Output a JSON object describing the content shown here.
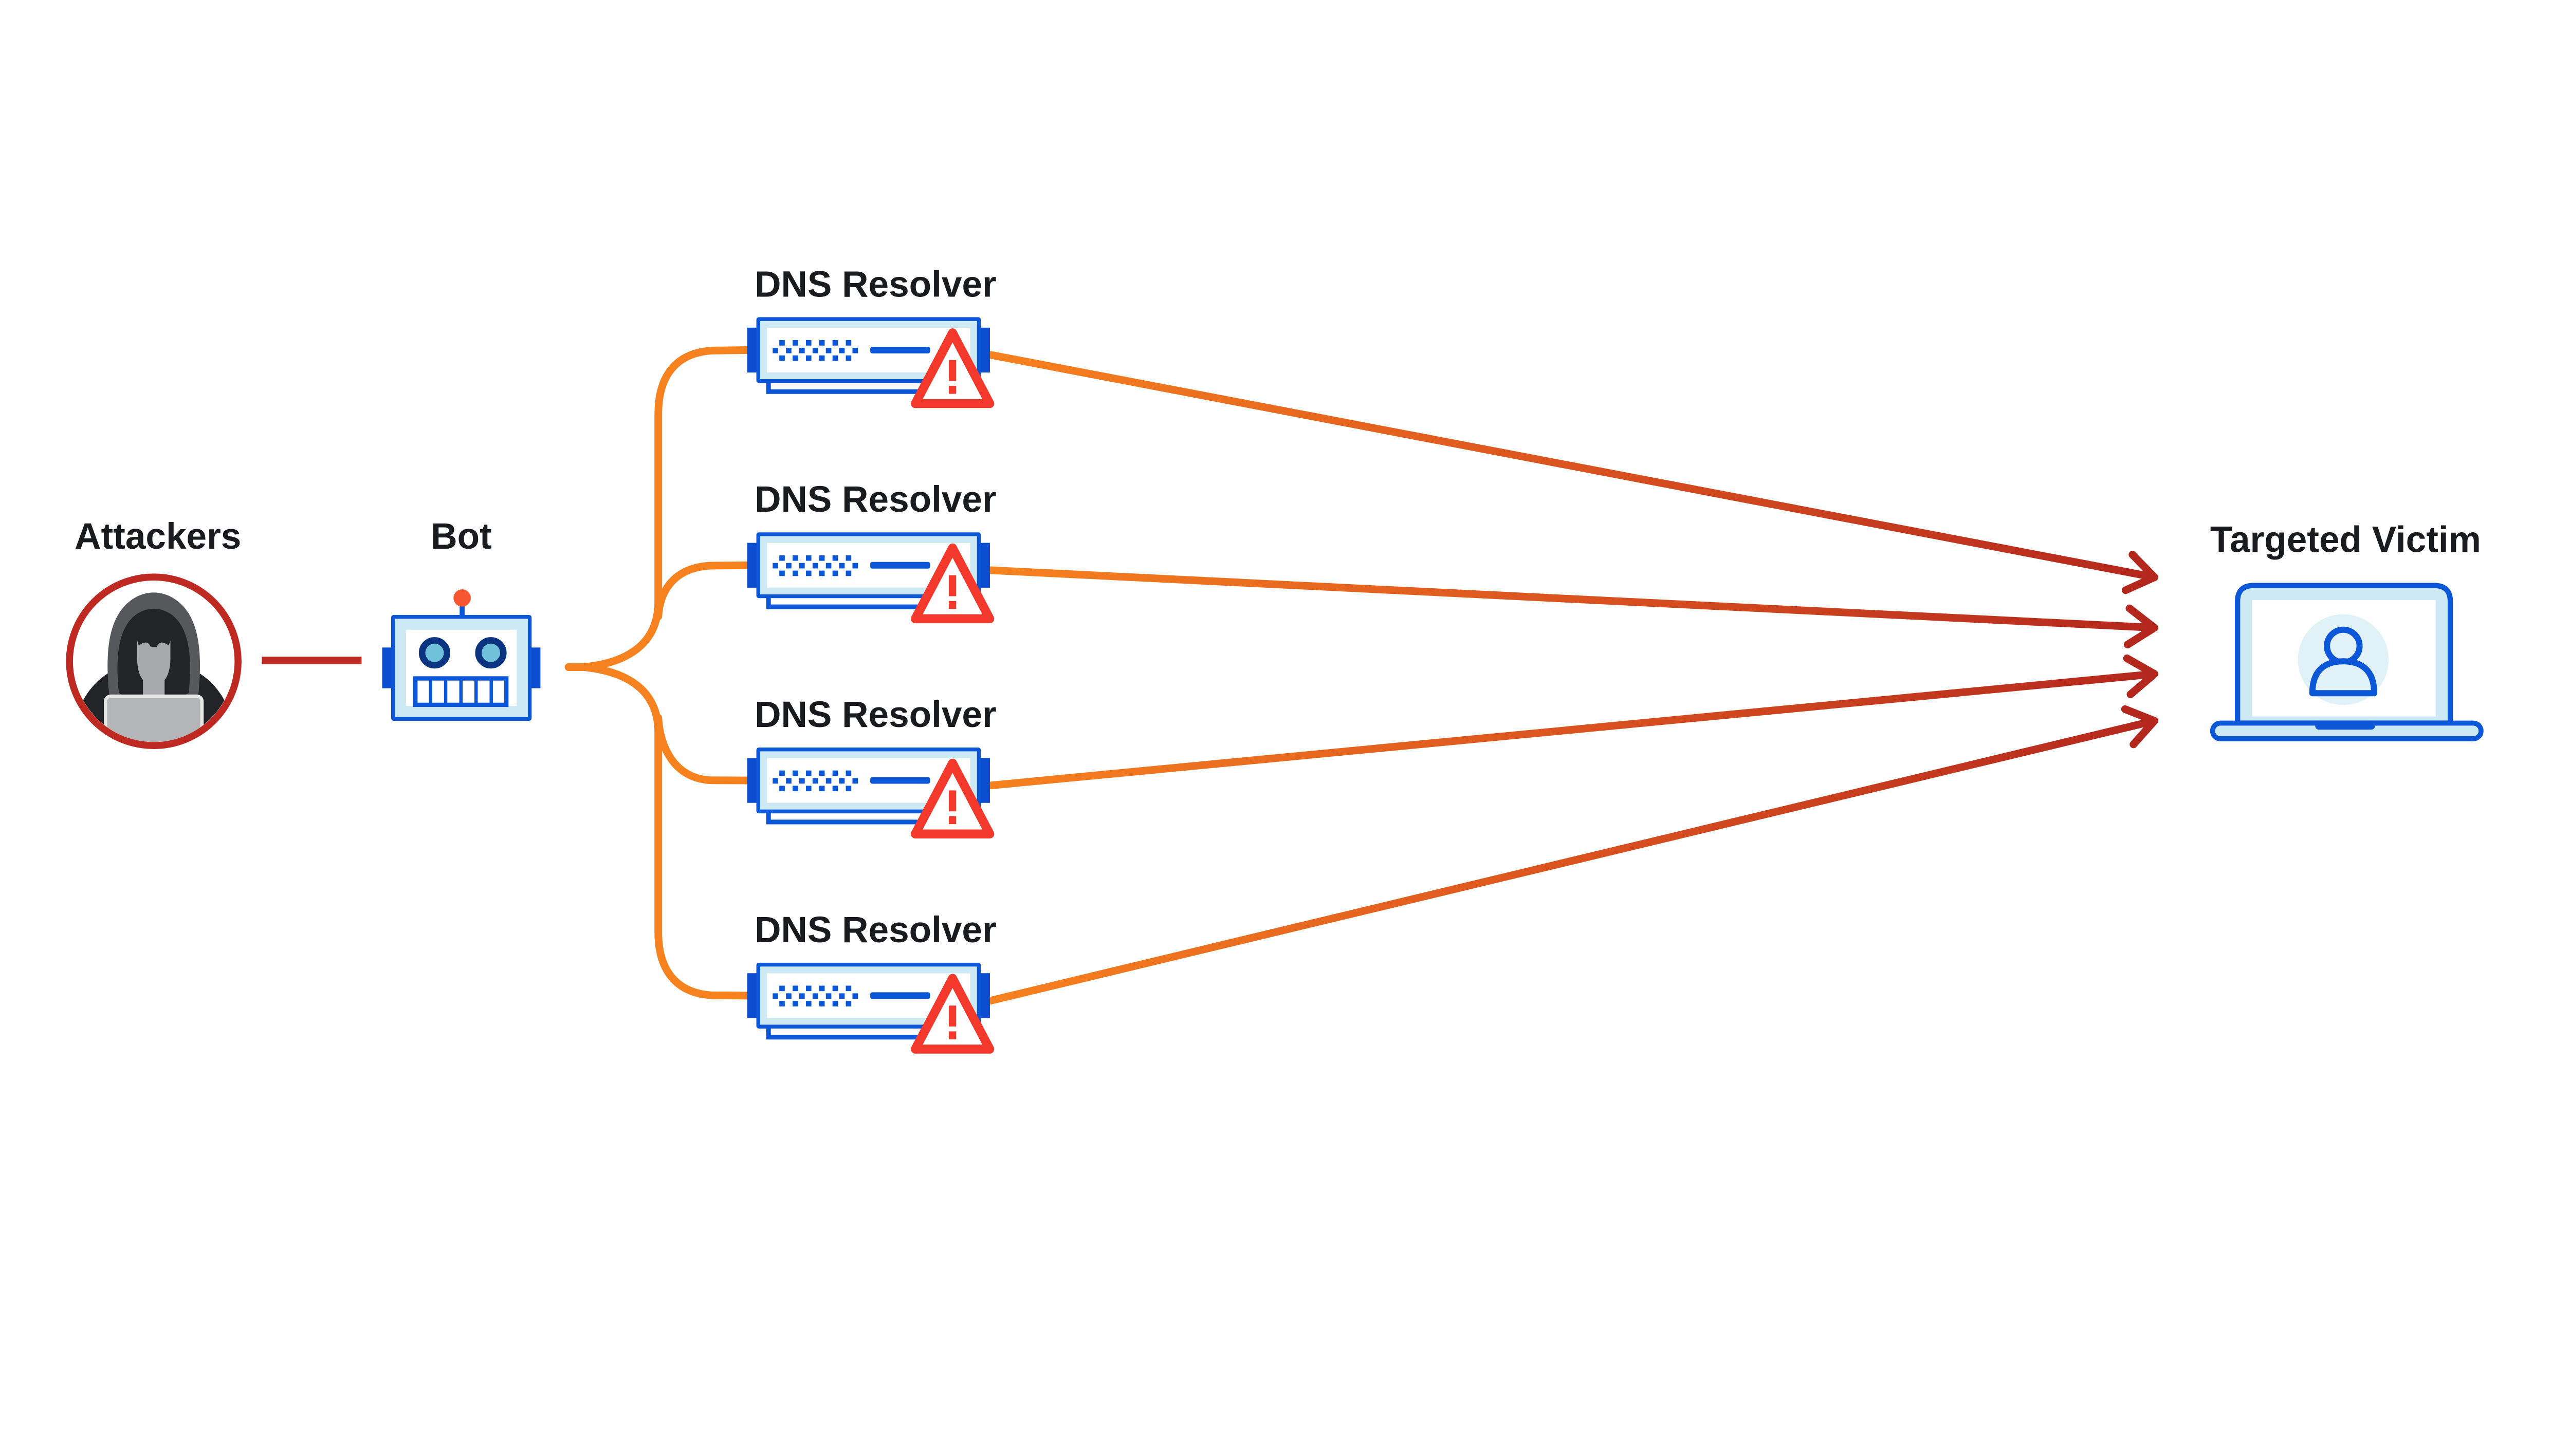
{
  "diagram": {
    "attackers": {
      "label": "Attackers"
    },
    "bot": {
      "label": "Bot"
    },
    "resolvers": [
      {
        "label": "DNS Resolver"
      },
      {
        "label": "DNS Resolver"
      },
      {
        "label": "DNS Resolver"
      },
      {
        "label": "DNS Resolver"
      }
    ],
    "victim": {
      "label": "Targeted Victim"
    },
    "colors": {
      "blue": "#0B57D7",
      "tab_blue": "#0A4ECF",
      "light_blue": "#CDE9F4",
      "pale_blue": "#E1F1F8",
      "navy": "#0A3480",
      "eye_teal": "#6FC2DA",
      "orange": "#F6821F",
      "antenna_orange": "#F8562F",
      "warning_red": "#F3392B",
      "arrow_dark_red": "#B3271D",
      "attacker_red": "#BE2A21",
      "label_text": "#1A1B1D"
    }
  }
}
